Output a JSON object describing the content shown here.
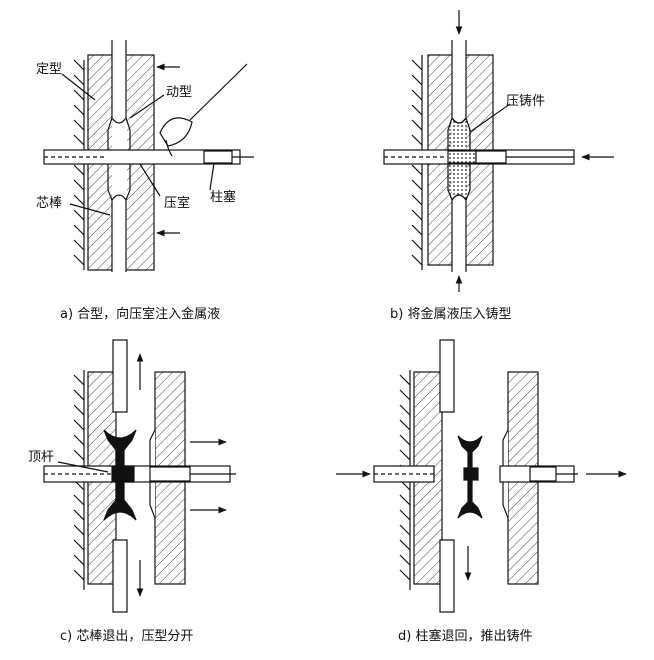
{
  "panels": {
    "a": {
      "caption": "a)  合型，向压室注入金属液",
      "labels": {
        "fixed_die": "定型",
        "moving_die": "动型",
        "core_rod": "芯棒",
        "chamber": "压室",
        "plunger": "柱塞"
      }
    },
    "b": {
      "caption": "b)  将金属液压入铸型",
      "labels": {
        "casting": "压铸件"
      }
    },
    "c": {
      "caption": "c)  芯棒退出，压型分开",
      "labels": {
        "ejector": "顶杆"
      }
    },
    "d": {
      "caption": "d)  柱塞退回，推出铸件"
    }
  },
  "colors": {
    "line": "#111111",
    "hatch": "#444444",
    "metal": "#111111"
  }
}
